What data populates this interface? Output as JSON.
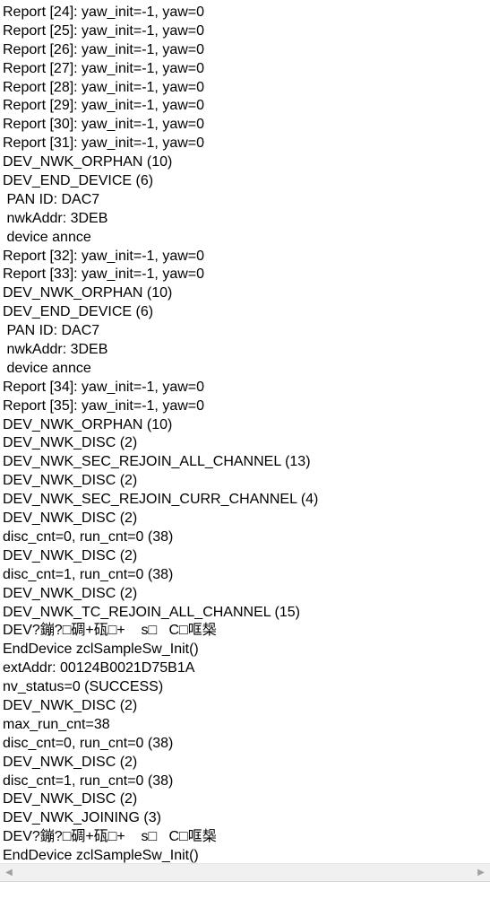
{
  "log": {
    "lines": [
      "Report [24]: yaw_init=-1, yaw=0",
      "Report [25]: yaw_init=-1, yaw=0",
      "Report [26]: yaw_init=-1, yaw=0",
      "Report [27]: yaw_init=-1, yaw=0",
      "Report [28]: yaw_init=-1, yaw=0",
      "Report [29]: yaw_init=-1, yaw=0",
      "Report [30]: yaw_init=-1, yaw=0",
      "Report [31]: yaw_init=-1, yaw=0",
      "DEV_NWK_ORPHAN (10)",
      "DEV_END_DEVICE (6)",
      " PAN ID: DAC7",
      " nwkAddr: 3DEB",
      " device annce",
      "Report [32]: yaw_init=-1, yaw=0",
      "Report [33]: yaw_init=-1, yaw=0",
      "DEV_NWK_ORPHAN (10)",
      "DEV_END_DEVICE (6)",
      " PAN ID: DAC7",
      " nwkAddr: 3DEB",
      " device annce",
      "Report [34]: yaw_init=-1, yaw=0",
      "Report [35]: yaw_init=-1, yaw=0",
      "DEV_NWK_ORPHAN (10)",
      "DEV_NWK_DISC (2)",
      "DEV_NWK_SEC_REJOIN_ALL_CHANNEL (13)",
      "DEV_NWK_DISC (2)",
      "DEV_NWK_SEC_REJOIN_CURR_CHANNEL (4)",
      "DEV_NWK_DISC (2)",
      "disc_cnt=0, run_cnt=0 (38)",
      "DEV_NWK_DISC (2)",
      "disc_cnt=1, run_cnt=0 (38)",
      "DEV_NWK_DISC (2)",
      "DEV_NWK_TC_REJOIN_ALL_CHANNEL (15)",
      "DEV?鏰?□碉+砙□+    s□   C□哐椝",
      "EndDevice zclSampleSw_Init()",
      "extAddr: 00124B0021D75B1A",
      "nv_status=0 (SUCCESS)",
      "DEV_NWK_DISC (2)",
      "max_run_cnt=38",
      "disc_cnt=0, run_cnt=0 (38)",
      "DEV_NWK_DISC (2)",
      "disc_cnt=1, run_cnt=0 (38)",
      "DEV_NWK_DISC (2)",
      "DEV_NWK_JOINING (3)",
      "DEV?鏰?□碉+砙□+    s□   C□哐椝",
      "EndDevice zclSampleSw_Init()"
    ]
  },
  "scrollbar": {
    "left_arrow": "◀",
    "right_arrow": "▶"
  }
}
